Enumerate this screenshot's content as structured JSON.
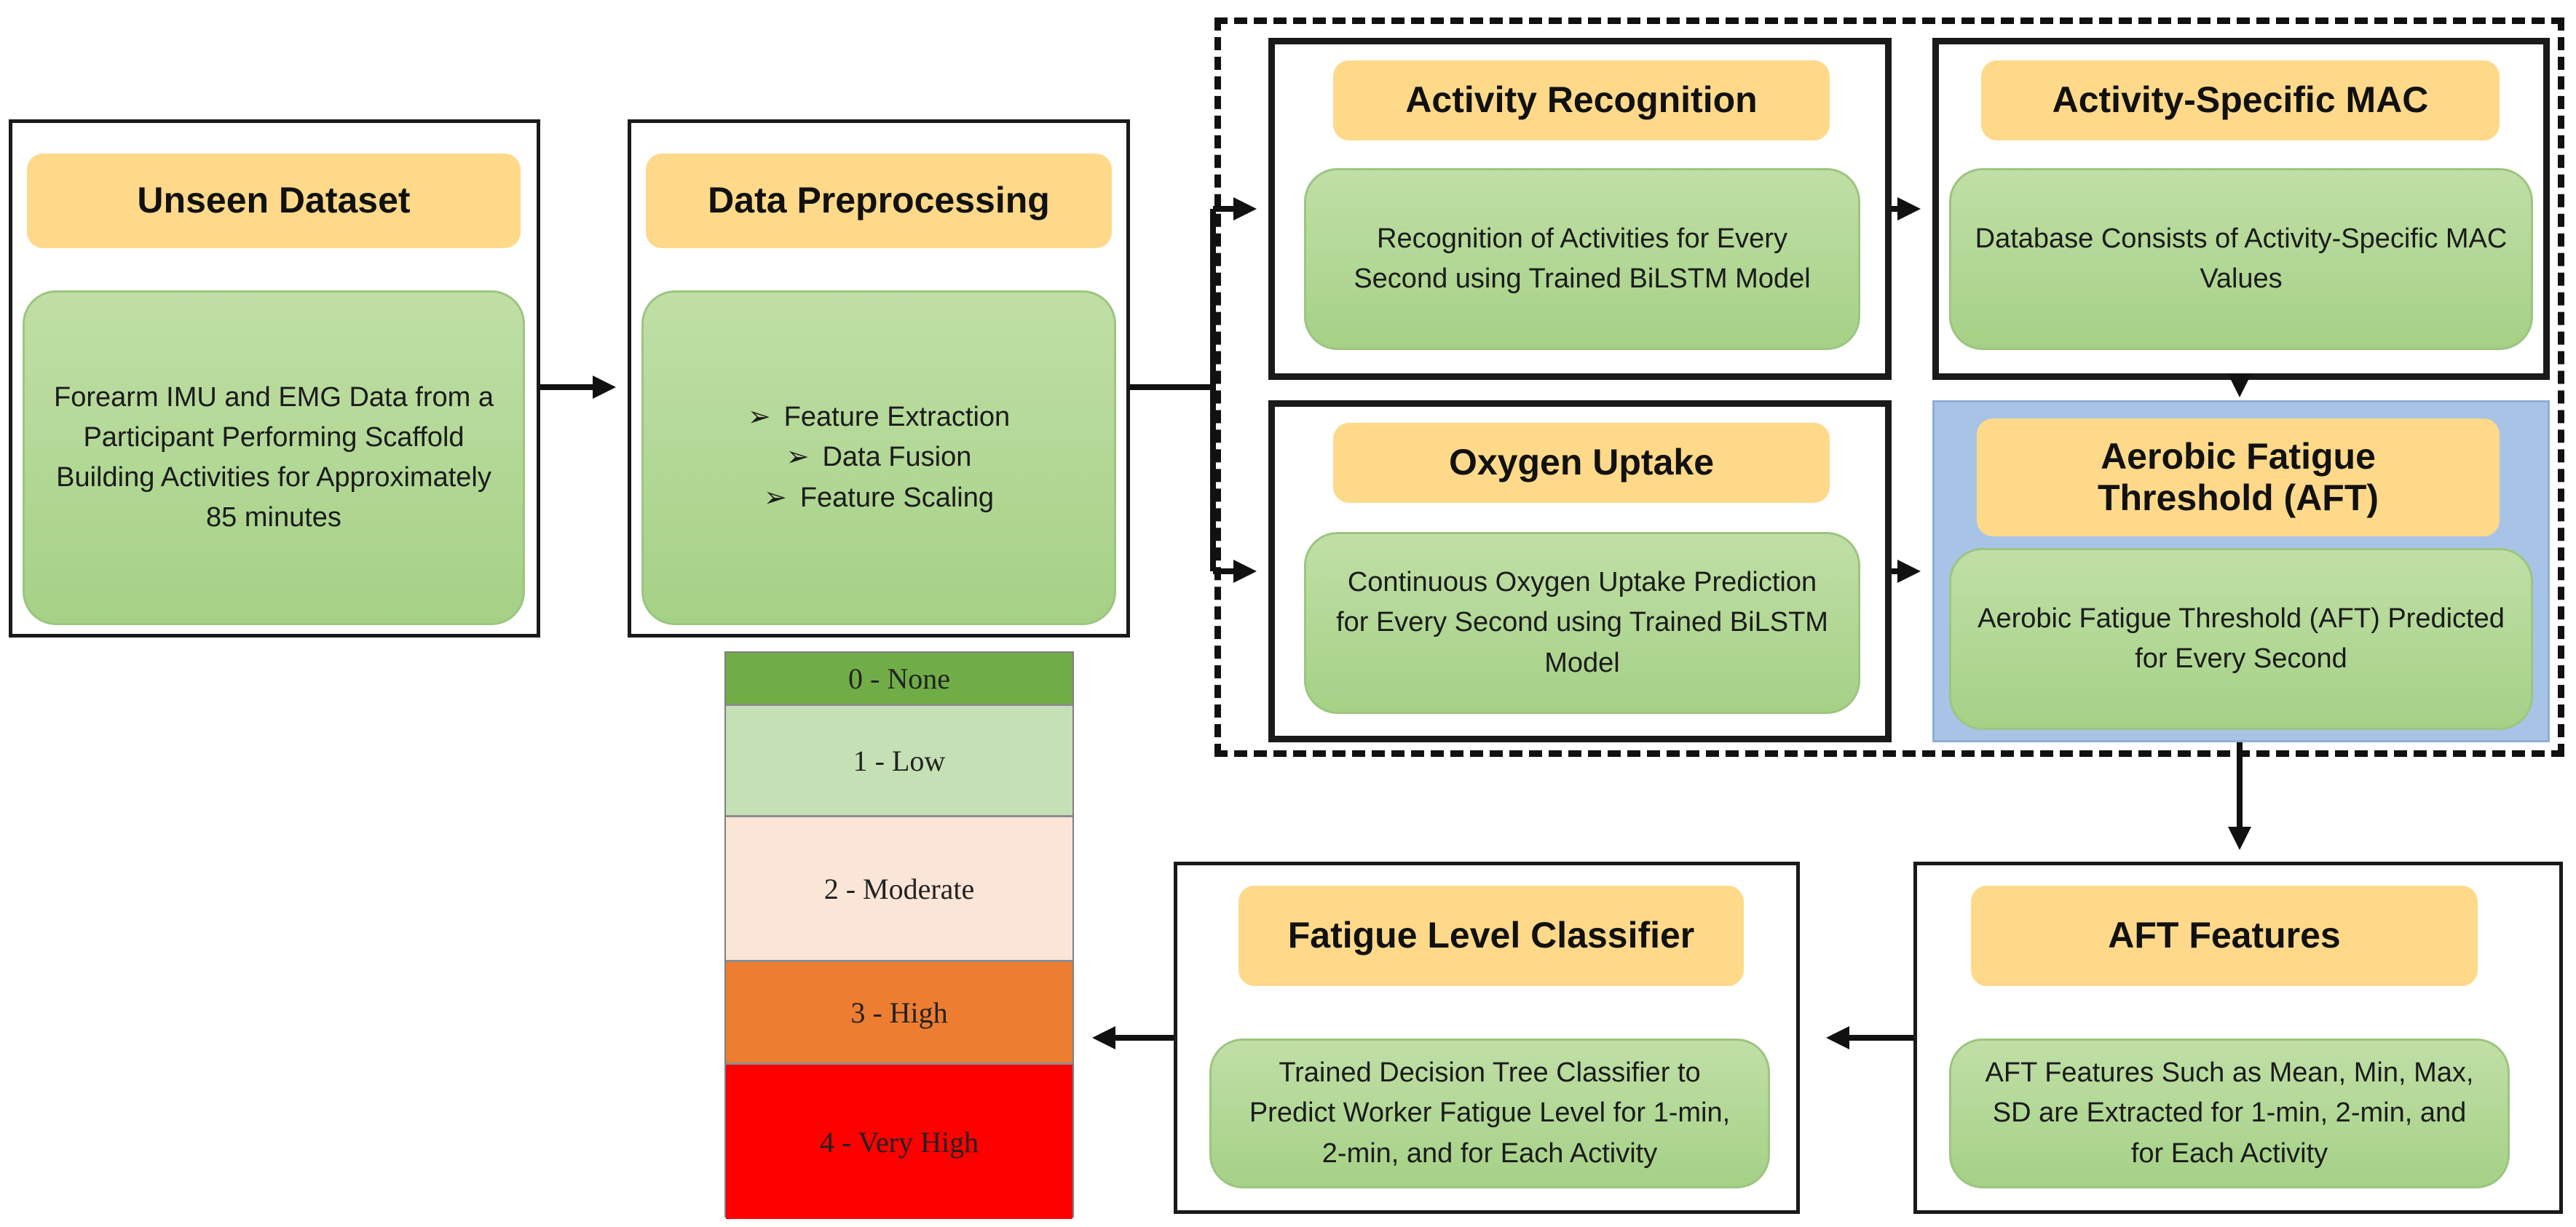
{
  "unseen_dataset": {
    "title": "Unseen Dataset",
    "description": "Forearm IMU and EMG Data from a Participant Performing Scaffold Building Activities for Approximately 85 minutes"
  },
  "data_preprocessing": {
    "title": "Data Preprocessing",
    "steps": [
      "Feature Extraction",
      "Data Fusion",
      "Feature Scaling"
    ]
  },
  "activity_recognition": {
    "title": "Activity Recognition",
    "description": "Recognition of Activities for Every Second using Trained BiLSTM Model"
  },
  "activity_specific_mac": {
    "title": "Activity-Specific MAC",
    "description": "Database Consists of Activity-Specific MAC Values"
  },
  "oxygen_uptake": {
    "title": "Oxygen Uptake",
    "description": "Continuous Oxygen Uptake Prediction for Every Second using Trained BiLSTM Model"
  },
  "aft": {
    "title": "Aerobic Fatigue Threshold (AFT)",
    "description": "Aerobic Fatigue Threshold (AFT) Predicted for Every Second"
  },
  "aft_features": {
    "title": "AFT Features",
    "description": "AFT Features Such as Mean, Min, Max, SD are Extracted for 1-min, 2-min, and for Each Activity"
  },
  "fatigue_classifier": {
    "title": "Fatigue Level Classifier",
    "description": "Trained Decision Tree Classifier to Predict Worker Fatigue Level for 1-min, 2-min, and for Each Activity"
  },
  "fatigue_levels": [
    {
      "label": "0 - None",
      "color": "#70ad47"
    },
    {
      "label": "1 - Low",
      "color": "#c5e0b4"
    },
    {
      "label": "2 - Moderate",
      "color": "#fbe5d6"
    },
    {
      "label": "3 - High",
      "color": "#ed7d31"
    },
    {
      "label": "4 - Very High",
      "color": "#ff0000"
    }
  ]
}
